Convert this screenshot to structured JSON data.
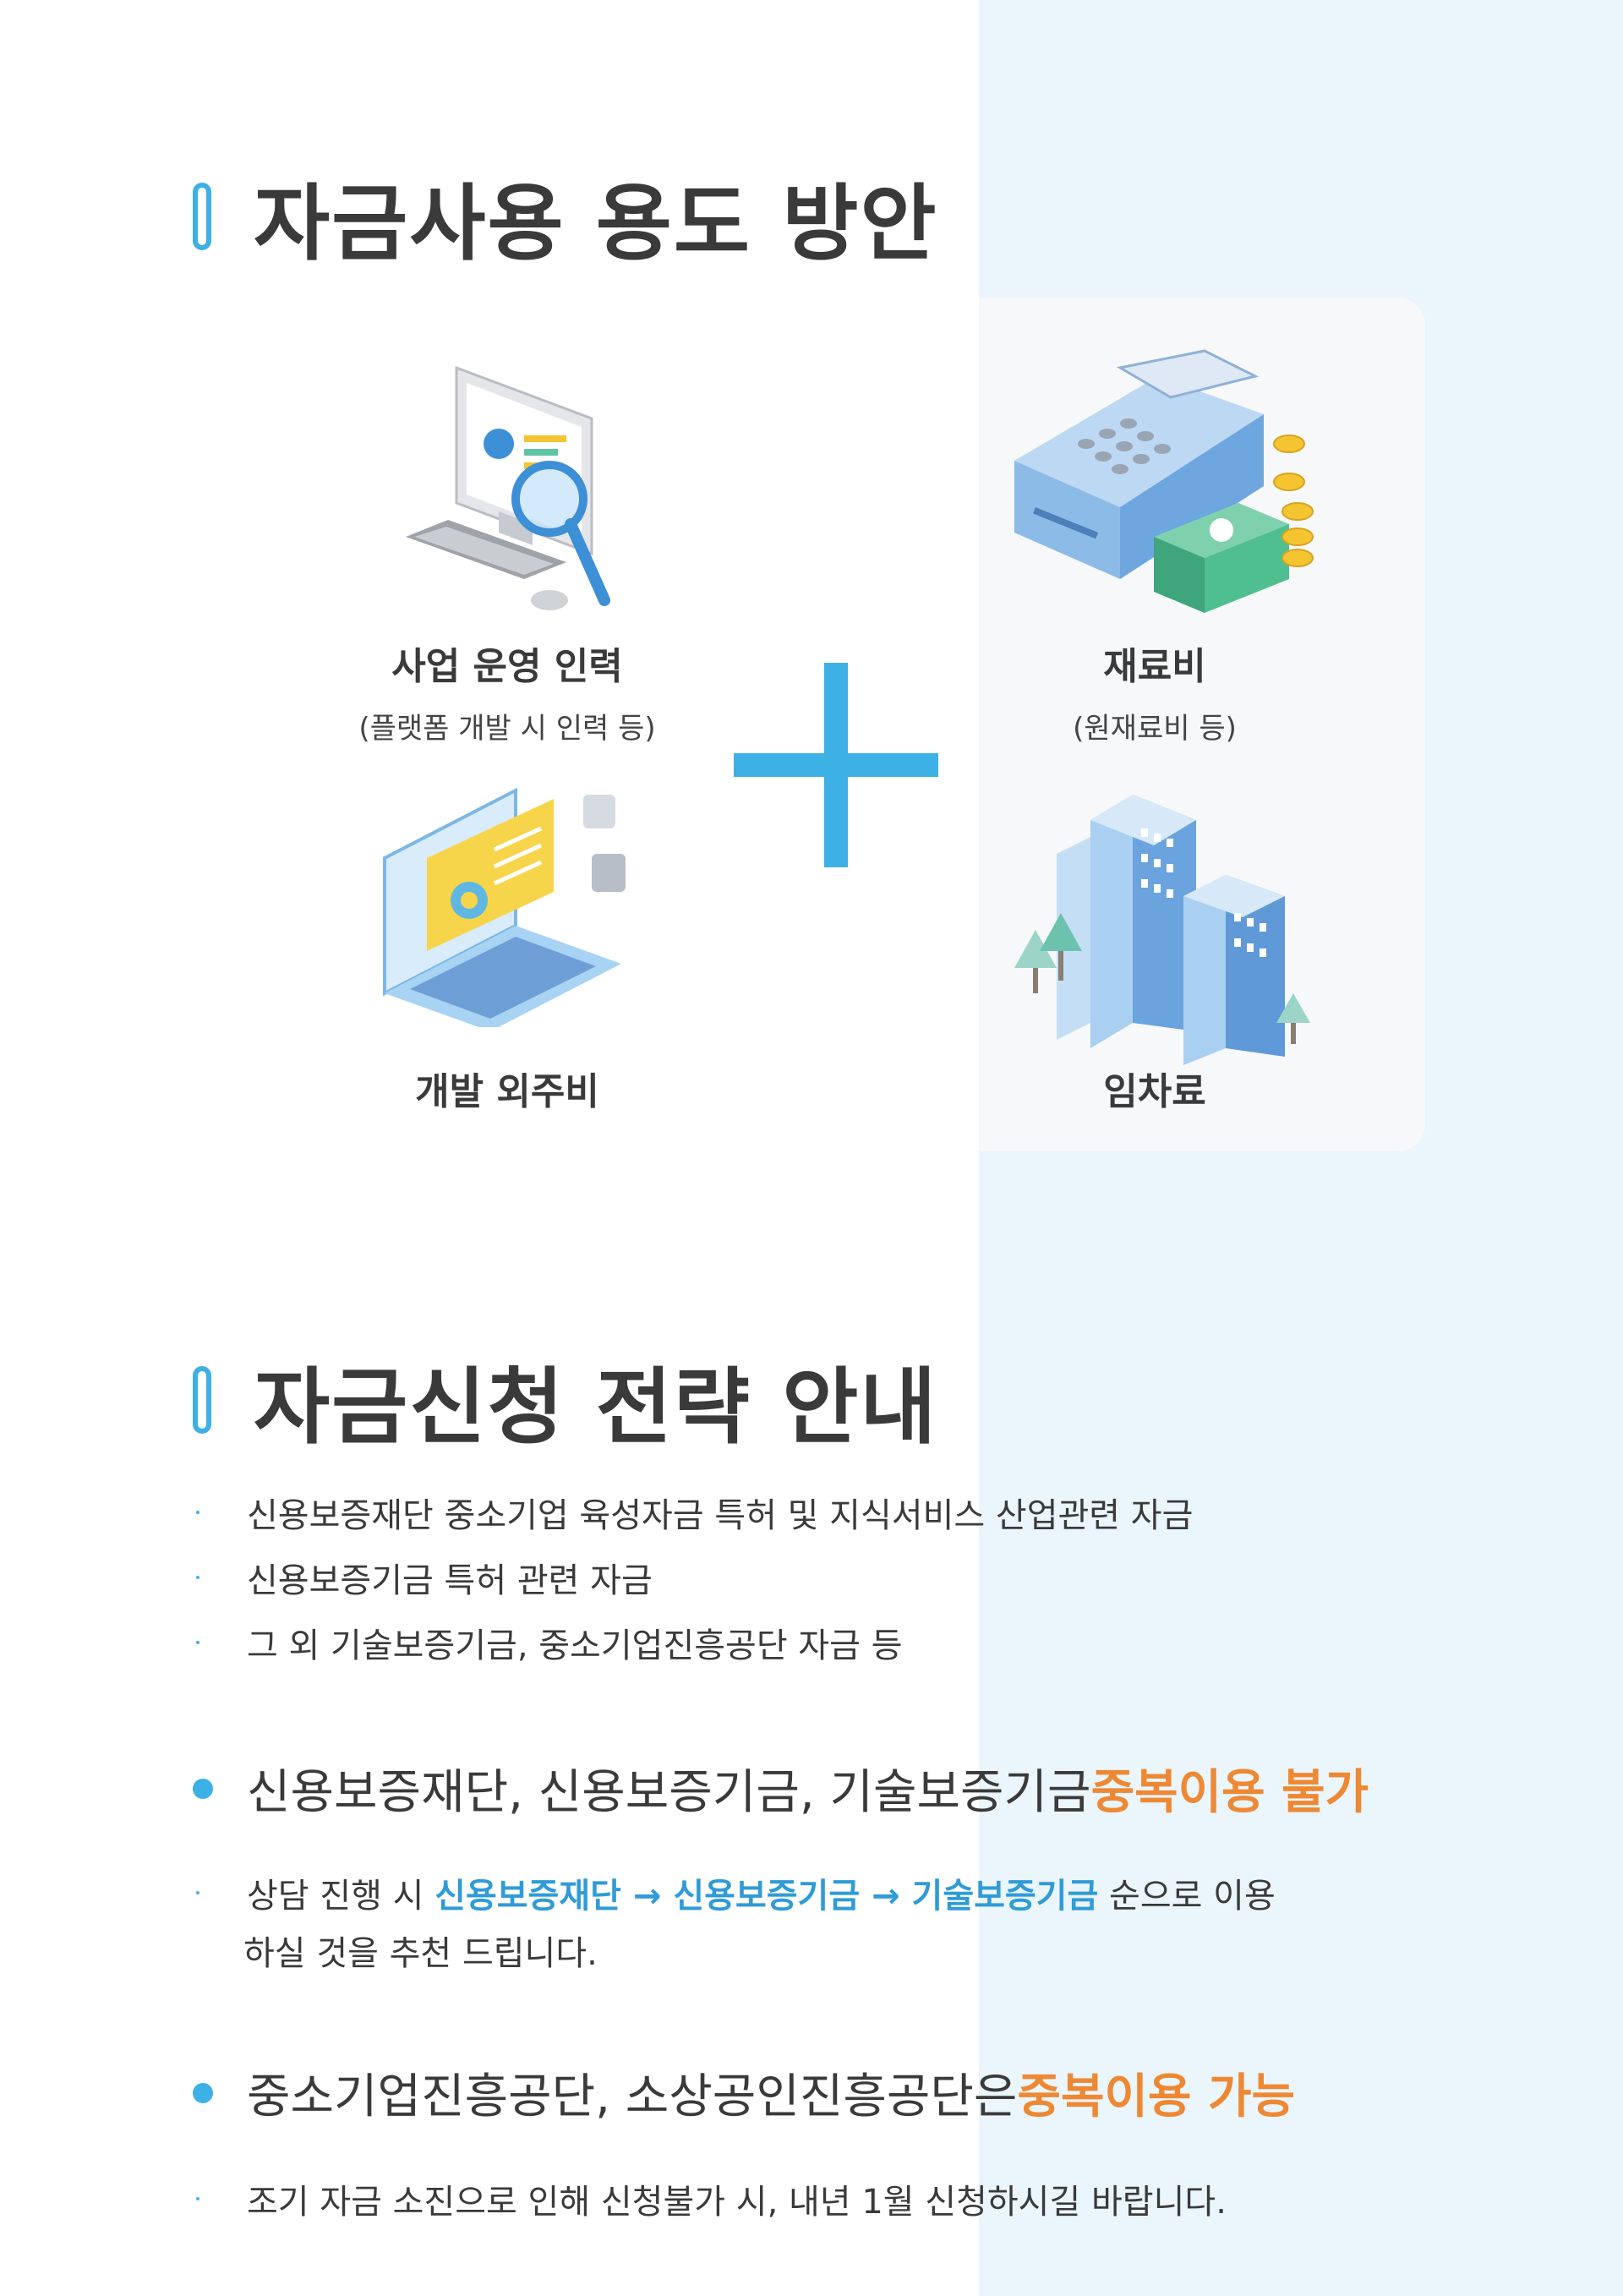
{
  "section1": {
    "title": "자금사용 용도 방안",
    "items": [
      {
        "title": "사업 운영 인력",
        "sub": "(플랫폼 개발 시 인력 등)",
        "icon": "computer-analysis-icon"
      },
      {
        "title": "재료비",
        "sub": "(원재료비 등)",
        "icon": "cash-register-icon"
      },
      {
        "title": "개발 외주비",
        "sub": "",
        "icon": "laptop-icon"
      },
      {
        "title": "임차료",
        "sub": "",
        "icon": "building-icon"
      }
    ]
  },
  "section2": {
    "title": "자금신청 전략 안내",
    "bullets": [
      "신용보증재단 중소기업 육성자금 특허 및 지식서비스 산업관련 자금",
      "신용보증기금 특허 관련 자금",
      "그 외 기술보증기금, 중소기업진흥공단 자금 등"
    ],
    "point1": {
      "text": "신용보증재단, 신용보증기금, 기술보증기금 ",
      "highlight": "중복이용 불가",
      "detail": {
        "prefix": "상담 진행 시 ",
        "org1": "신용보증재단",
        "arrow1": " → ",
        "org2": "신용보증기금",
        "arrow2": " → ",
        "org3": "기술보증기금",
        "suffix": " 순으로 이용",
        "line2": "하실 것을 추천 드립니다."
      }
    },
    "point2": {
      "text": "중소기업진흥공단, 소상공인진흥공단은 ",
      "highlight": "중복이용 가능",
      "detail": "조기 자금 소진으로 인해 신청불가 시, 내년 1월 신청하시길 바랍니다."
    }
  },
  "colors": {
    "accent": "#3db0e6",
    "highlight": "#ee8833",
    "panel": "#eaf5fc"
  }
}
